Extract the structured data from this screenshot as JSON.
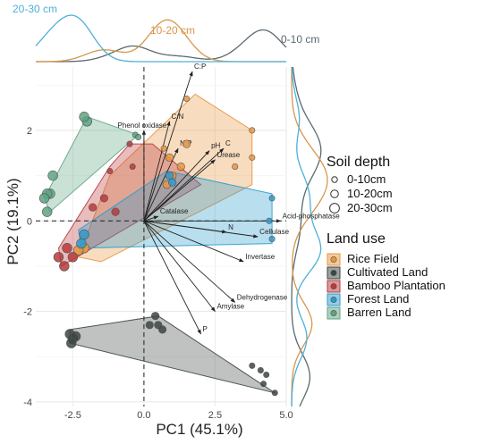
{
  "chart_data": {
    "type": "scatter",
    "subtype": "pca-biplot",
    "xlabel": "PC1 (45.1%)",
    "ylabel": "PC2 (19.1%)",
    "xlim": [
      -3.8,
      5.0
    ],
    "ylim": [
      -4.1,
      3.4
    ],
    "x_ticks": [
      -2.5,
      0.0,
      2.5,
      5.0
    ],
    "x_tick_labels": [
      "-2.5",
      "0.0",
      "2.5",
      "5.0"
    ],
    "y_ticks": [
      -4,
      -2,
      0,
      2
    ],
    "y_tick_labels": [
      "-4",
      "-2",
      "0",
      "2"
    ],
    "grid": true,
    "reference_lines": {
      "x": 0,
      "y": 0,
      "style": "dashed"
    },
    "colors": {
      "Rice Field": "#E8963F",
      "Cultivated Land": "#3C4644",
      "Bamboo Plantation": "#B8383B",
      "Forest Land": "#2B9BCC",
      "Barren Land": "#5EA382",
      "Depth 0-10cm": "#5a6a70",
      "Depth 10-20cm": "#d9964a",
      "Depth 20-30cm": "#4db0d8"
    },
    "depth_density_labels": [
      {
        "text": "20-30 cm",
        "color": "#4db0d8"
      },
      {
        "text": "10-20 cm",
        "color": "#d9964a"
      },
      {
        "text": "0-10 cm",
        "color": "#5a6a70"
      }
    ],
    "groups": [
      {
        "name": "Rice Field",
        "hull": [
          [
            1.8,
            2.8
          ],
          [
            3.8,
            2.0
          ],
          [
            3.8,
            0.8
          ],
          [
            -1.5,
            -0.9
          ],
          [
            -2.3,
            -0.8
          ],
          [
            -1.2,
            1.0
          ]
        ],
        "points": [
          {
            "x": 1.5,
            "y": 2.7,
            "depth": "0-10cm"
          },
          {
            "x": 3.8,
            "y": 2.0,
            "depth": "0-10cm"
          },
          {
            "x": 3.8,
            "y": 1.4,
            "depth": "0-10cm"
          },
          {
            "x": 3.2,
            "y": 1.2,
            "depth": "0-10cm"
          },
          {
            "x": 1.5,
            "y": 1.7,
            "depth": "10-20cm"
          },
          {
            "x": 1.3,
            "y": 1.2,
            "depth": "10-20cm"
          },
          {
            "x": 0.9,
            "y": 1.4,
            "depth": "10-20cm"
          },
          {
            "x": 0.7,
            "y": 1.6,
            "depth": "0-10cm"
          },
          {
            "x": 1.0,
            "y": 1.0,
            "depth": "10-20cm"
          },
          {
            "x": 0.8,
            "y": 0.8,
            "depth": "10-20cm"
          },
          {
            "x": -2.1,
            "y": -0.6,
            "depth": "20-30cm"
          },
          {
            "x": -2.3,
            "y": -0.65,
            "depth": "20-30cm"
          }
        ]
      },
      {
        "name": "Cultivated Land",
        "hull": [
          [
            -2.6,
            -2.4
          ],
          [
            0.5,
            -2.1
          ],
          [
            4.6,
            -3.8
          ],
          [
            -2.6,
            -2.7
          ]
        ],
        "points": [
          {
            "x": -2.6,
            "y": -2.5,
            "depth": "20-30cm"
          },
          {
            "x": -2.5,
            "y": -2.6,
            "depth": "20-30cm"
          },
          {
            "x": -2.4,
            "y": -2.55,
            "depth": "20-30cm"
          },
          {
            "x": -2.55,
            "y": -2.7,
            "depth": "20-30cm"
          },
          {
            "x": 0.4,
            "y": -2.1,
            "depth": "10-20cm"
          },
          {
            "x": 0.5,
            "y": -2.3,
            "depth": "10-20cm"
          },
          {
            "x": 0.65,
            "y": -2.4,
            "depth": "10-20cm"
          },
          {
            "x": 0.2,
            "y": -2.3,
            "depth": "10-20cm"
          },
          {
            "x": 3.8,
            "y": -3.2,
            "depth": "0-10cm"
          },
          {
            "x": 4.1,
            "y": -3.3,
            "depth": "0-10cm"
          },
          {
            "x": 4.3,
            "y": -3.4,
            "depth": "0-10cm"
          },
          {
            "x": 4.6,
            "y": -3.8,
            "depth": "0-10cm"
          },
          {
            "x": 4.2,
            "y": -3.6,
            "depth": "0-10cm"
          }
        ]
      },
      {
        "name": "Bamboo Plantation",
        "hull": [
          [
            -1.2,
            1.2
          ],
          [
            -0.5,
            1.7
          ],
          [
            0.3,
            1.7
          ],
          [
            2.0,
            0.8
          ],
          [
            -1.0,
            -0.3
          ],
          [
            -2.9,
            -1.0
          ],
          [
            -3.0,
            -0.6
          ]
        ],
        "points": [
          {
            "x": -1.2,
            "y": 1.1,
            "depth": "0-10cm"
          },
          {
            "x": -0.5,
            "y": 1.7,
            "depth": "0-10cm"
          },
          {
            "x": -0.4,
            "y": 1.2,
            "depth": "0-10cm"
          },
          {
            "x": -1.8,
            "y": 0.3,
            "depth": "10-20cm"
          },
          {
            "x": -1.4,
            "y": 0.5,
            "depth": "10-20cm"
          },
          {
            "x": -1.0,
            "y": 0.2,
            "depth": "10-20cm"
          },
          {
            "x": -2.7,
            "y": -0.6,
            "depth": "20-30cm"
          },
          {
            "x": -3.0,
            "y": -0.8,
            "depth": "20-30cm"
          },
          {
            "x": -2.8,
            "y": -1.0,
            "depth": "20-30cm"
          },
          {
            "x": -2.5,
            "y": -0.8,
            "depth": "20-30cm"
          }
        ]
      },
      {
        "name": "Forest Land",
        "hull": [
          [
            0.8,
            1.1
          ],
          [
            4.5,
            0.6
          ],
          [
            4.5,
            -0.5
          ],
          [
            -2.2,
            -0.6
          ],
          [
            -2.3,
            -0.2
          ]
        ],
        "points": [
          {
            "x": 0.9,
            "y": 1.0,
            "depth": "10-20cm"
          },
          {
            "x": 1.0,
            "y": 0.85,
            "depth": "10-20cm"
          },
          {
            "x": 4.5,
            "y": 0.5,
            "depth": "0-10cm"
          },
          {
            "x": 4.4,
            "y": 0.0,
            "depth": "0-10cm"
          },
          {
            "x": 4.5,
            "y": -0.4,
            "depth": "0-10cm"
          },
          {
            "x": -2.1,
            "y": -0.3,
            "depth": "20-30cm"
          },
          {
            "x": -2.2,
            "y": -0.5,
            "depth": "20-30cm"
          }
        ]
      },
      {
        "name": "Barren Land",
        "hull": [
          [
            -2.0,
            2.3
          ],
          [
            -0.2,
            1.9
          ],
          [
            -3.3,
            0.2
          ],
          [
            -3.5,
            0.5
          ]
        ],
        "points": [
          {
            "x": -2.0,
            "y": 2.2,
            "depth": "20-30cm"
          },
          {
            "x": -2.1,
            "y": 2.3,
            "depth": "20-30cm"
          },
          {
            "x": -0.3,
            "y": 1.9,
            "depth": "0-10cm"
          },
          {
            "x": -0.2,
            "y": 1.85,
            "depth": "0-10cm"
          },
          {
            "x": -3.2,
            "y": 1.0,
            "depth": "20-30cm"
          },
          {
            "x": -3.3,
            "y": 0.6,
            "depth": "20-30cm"
          },
          {
            "x": -3.4,
            "y": 0.6,
            "depth": "20-30cm"
          },
          {
            "x": -3.5,
            "y": 0.5,
            "depth": "20-30cm"
          },
          {
            "x": -3.4,
            "y": 0.2,
            "depth": "20-30cm"
          }
        ]
      }
    ],
    "loadings": [
      {
        "name": "C:P",
        "x": 1.7,
        "y": 3.3
      },
      {
        "name": "C:N",
        "x": 0.9,
        "y": 2.2
      },
      {
        "name": "Phenol oxidase",
        "x": 0.0,
        "y": 2.0
      },
      {
        "name": "N:P",
        "x": 1.2,
        "y": 1.6
      },
      {
        "name": "pH",
        "x": 2.3,
        "y": 1.55
      },
      {
        "name": "C",
        "x": 2.8,
        "y": 1.6
      },
      {
        "name": "Urease",
        "x": 2.5,
        "y": 1.35
      },
      {
        "name": "Catalase",
        "x": 0.5,
        "y": 0.1
      },
      {
        "name": "Acid-phosphatase",
        "x": 4.8,
        "y": 0.0
      },
      {
        "name": "N",
        "x": 2.9,
        "y": -0.25
      },
      {
        "name": "Cellulase",
        "x": 4.0,
        "y": -0.35
      },
      {
        "name": "Invertase",
        "x": 3.5,
        "y": -0.9
      },
      {
        "name": "Dehydrogenase",
        "x": 3.2,
        "y": -1.8
      },
      {
        "name": "Amylase",
        "x": 2.5,
        "y": -2.0
      },
      {
        "name": "P",
        "x": 2.0,
        "y": -2.5
      }
    ],
    "legend_depth": {
      "title": "Soil depth",
      "entries": [
        "0-10cm",
        "10-20cm",
        "20-30cm"
      ]
    },
    "legend_land": {
      "title": "Land use",
      "entries": [
        "Rice Field",
        "Cultivated Land",
        "Bamboo Plantation",
        "Forest Land",
        "Barren Land"
      ]
    }
  }
}
